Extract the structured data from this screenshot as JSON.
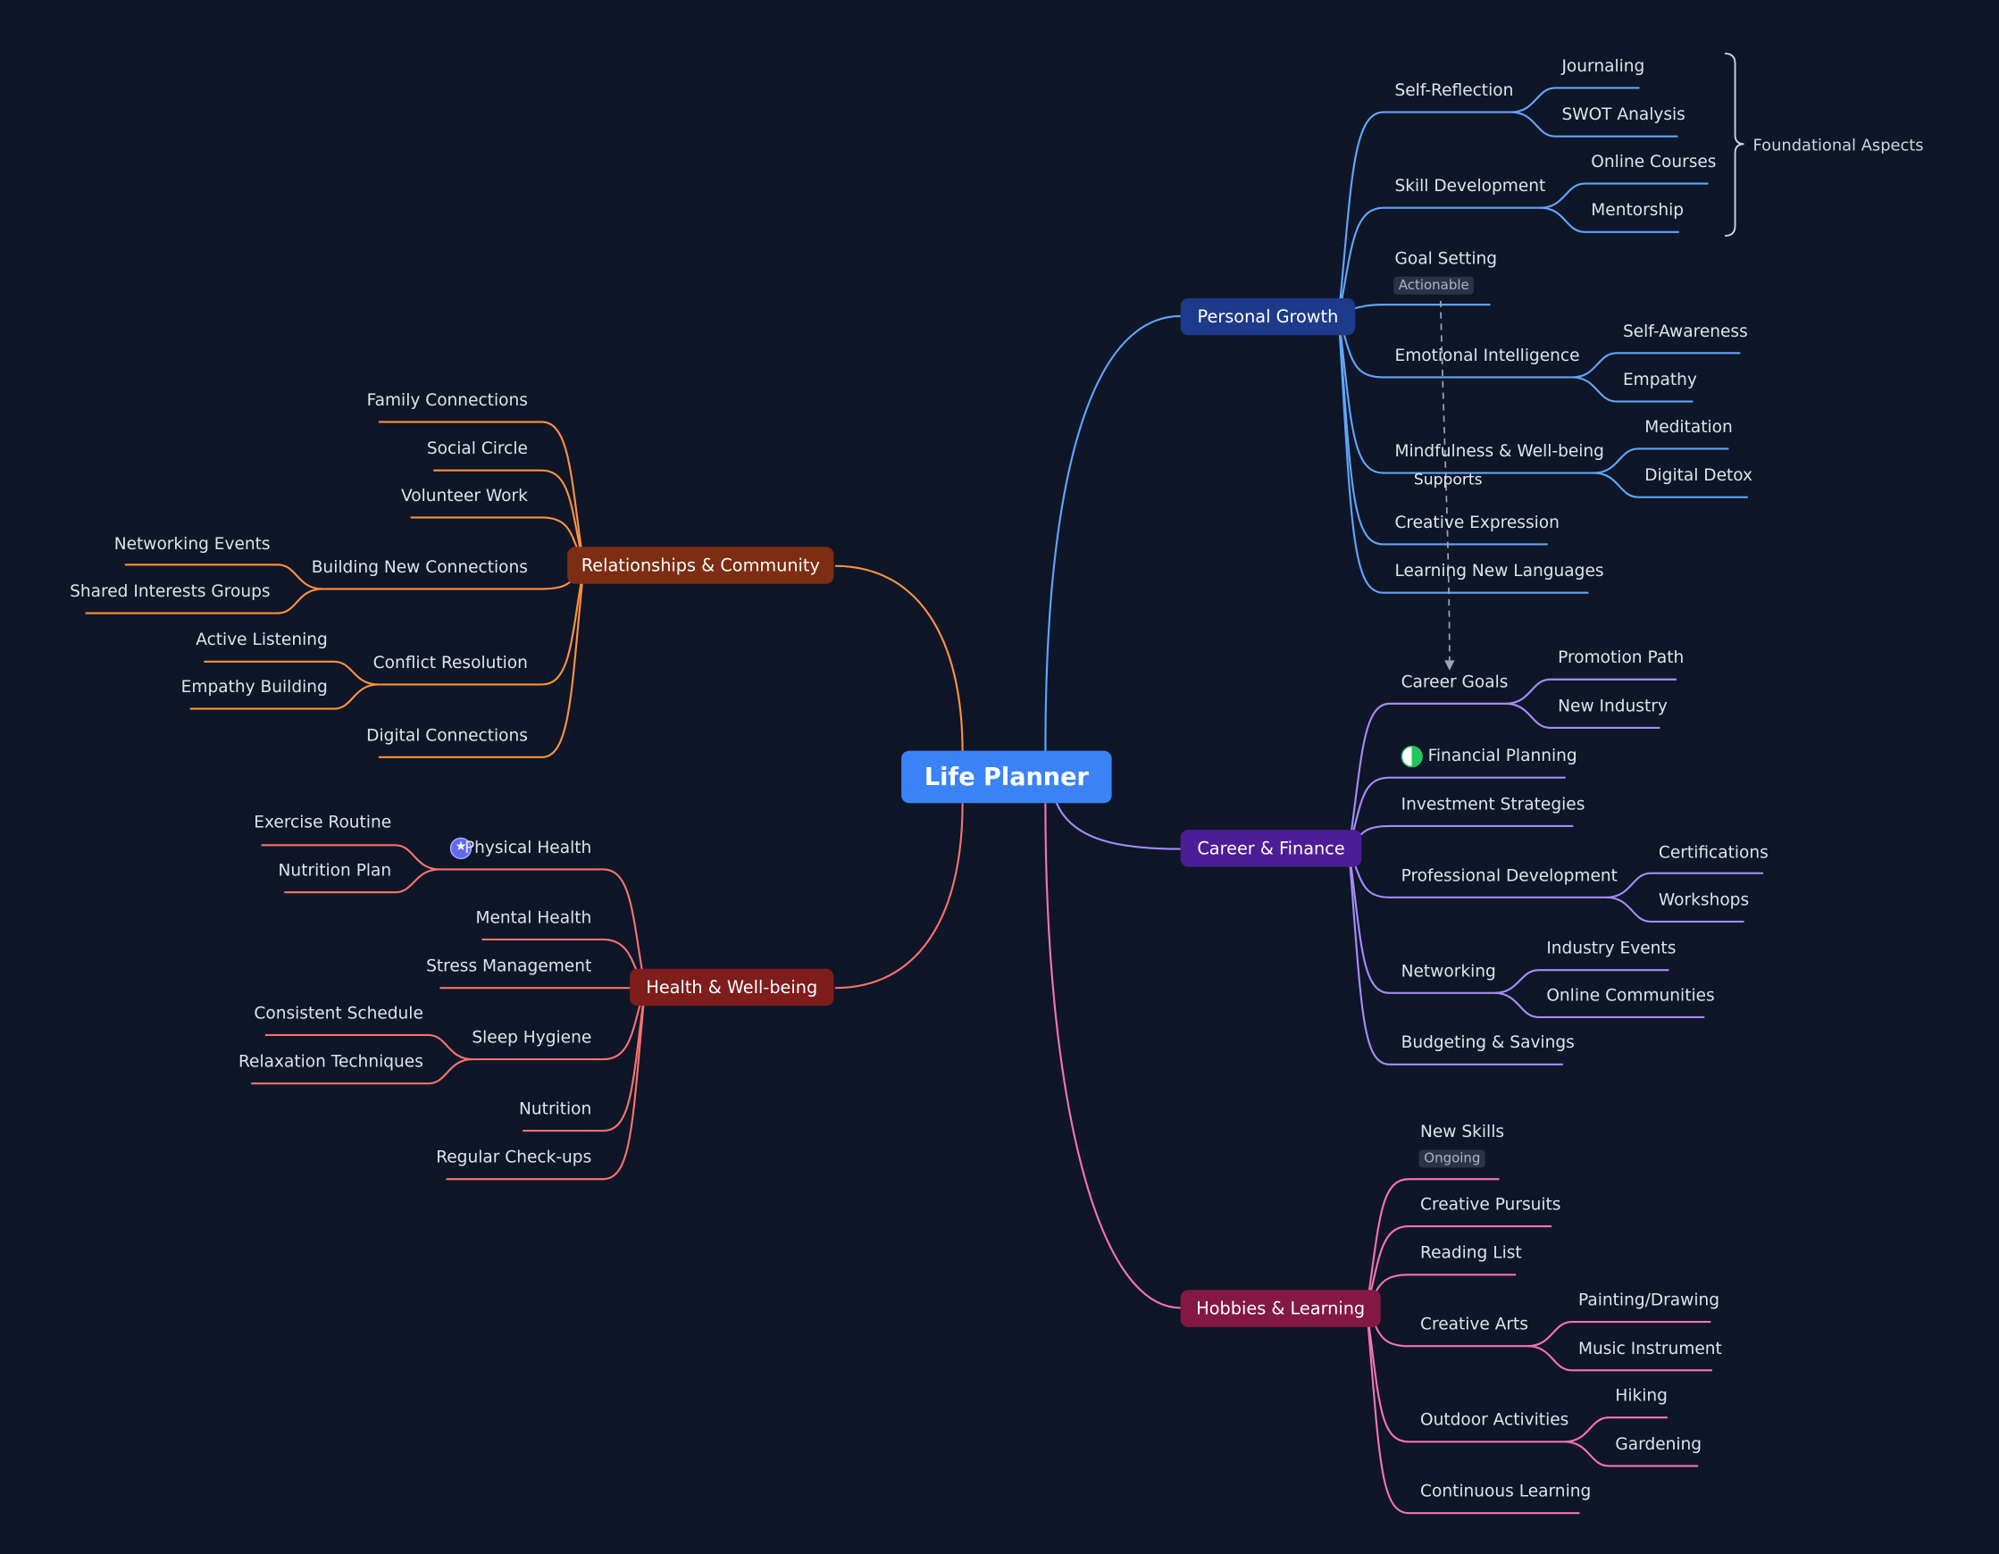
{
  "root": "Life Planner",
  "personal_growth": {
    "label": "Personal Growth",
    "self_reflection": "Self-Reflection",
    "journaling": "Journaling",
    "swot": "SWOT Analysis",
    "skill_dev": "Skill Development",
    "online_courses": "Online Courses",
    "mentorship": "Mentorship",
    "goal_setting": "Goal Setting",
    "goal_tag": "Actionable",
    "emotional_intelligence": "Emotional Intelligence",
    "self_awareness": "Self-Awareness",
    "empathy": "Empathy",
    "mindfulness": "Mindfulness & Well-being",
    "meditation": "Meditation",
    "digital_detox": "Digital Detox",
    "creative_expression": "Creative Expression",
    "languages": "Learning New Languages",
    "summary": "Foundational Aspects"
  },
  "relationship_label": "Supports",
  "career": {
    "label": "Career & Finance",
    "career_goals": "Career Goals",
    "promotion": "Promotion Path",
    "new_industry": "New Industry",
    "financial_planning": "Financial Planning",
    "investment": "Investment Strategies",
    "prof_dev": "Professional Development",
    "certifications": "Certifications",
    "workshops": "Workshops",
    "networking": "Networking",
    "industry_events": "Industry Events",
    "online_communities": "Online Communities",
    "budgeting": "Budgeting & Savings"
  },
  "hobbies": {
    "label": "Hobbies & Learning",
    "new_skills": "New Skills",
    "new_skills_tag": "Ongoing",
    "creative_pursuits": "Creative Pursuits",
    "reading_list": "Reading List",
    "creative_arts": "Creative Arts",
    "painting": "Painting/Drawing",
    "music": "Music Instrument",
    "outdoor": "Outdoor Activities",
    "hiking": "Hiking",
    "gardening": "Gardening",
    "continuous": "Continuous Learning"
  },
  "relationships": {
    "label": "Relationships & Community",
    "family": "Family Connections",
    "social": "Social Circle",
    "volunteer": "Volunteer Work",
    "building": "Building New Connections",
    "networking_events": "Networking Events",
    "shared_interests": "Shared Interests Groups",
    "conflict": "Conflict Resolution",
    "active_listening": "Active Listening",
    "empathy_building": "Empathy Building",
    "digital": "Digital Connections"
  },
  "health": {
    "label": "Health & Well-being",
    "physical": "Physical Health",
    "exercise": "Exercise Routine",
    "nutrition_plan": "Nutrition Plan",
    "mental": "Mental Health",
    "stress": "Stress Management",
    "sleep": "Sleep Hygiene",
    "consistent": "Consistent Schedule",
    "relaxation": "Relaxation Techniques",
    "nutrition": "Nutrition",
    "checkups": "Regular Check-ups"
  },
  "colors": {
    "background": "#0e1628",
    "root": "#3b82f6",
    "personal_growth": "#60a5fa",
    "career": "#a78bfa",
    "hobbies": "#f472b6",
    "relationships": "#fb923c",
    "health": "#f87171"
  },
  "icons": {
    "physical_health": "star-badge-icon",
    "financial_planning": "half-circle-progress-icon"
  }
}
